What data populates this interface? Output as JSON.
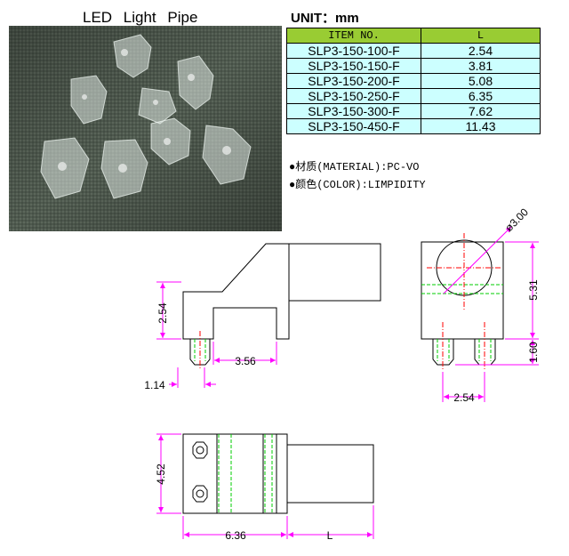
{
  "header": {
    "title": "LED Light Pipe",
    "unit_label": "UNIT：mm"
  },
  "spec_table": {
    "headers": [
      "ITEM NO.",
      "L"
    ],
    "rows": [
      [
        "SLP3-150-100-F",
        "2.54"
      ],
      [
        "SLP3-150-150-F",
        "3.81"
      ],
      [
        "SLP3-150-200-F",
        "5.08"
      ],
      [
        "SLP3-150-250-F",
        "6.35"
      ],
      [
        "SLP3-150-300-F",
        "7.62"
      ],
      [
        "SLP3-150-450-F",
        "11.43"
      ]
    ]
  },
  "notes": {
    "material": "●材质(MATERIAL):PC-VO",
    "color": "●颜色(COLOR):LIMPIDITY"
  },
  "dimensions": {
    "side_height": "2.54",
    "side_pin_spacing": "3.56",
    "side_offset": "1.14",
    "front_diameter": "ø3.00",
    "front_height": "5.31",
    "front_pin_length": "1.60",
    "front_pin_spacing": "2.54",
    "top_width": "4.52",
    "top_body_length": "6.36",
    "top_pipe_length": "L"
  },
  "colors": {
    "table_header": "#99cc33",
    "table_cell": "#ccffff",
    "dimension": "#ff00ff",
    "hidden_line": "#00cc00",
    "center_line": "#ff0000"
  }
}
